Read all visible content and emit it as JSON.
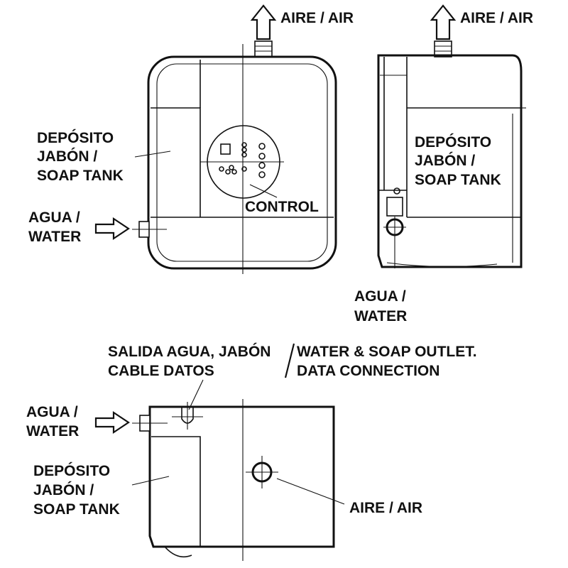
{
  "top_view": {
    "air_label": "AIRE / AIR",
    "tank_label": [
      "DEPÓSITO",
      "JABÓN /",
      "SOAP TANK"
    ],
    "water_label": [
      "AGUA /",
      "WATER"
    ],
    "control_label": "CONTROL"
  },
  "side_view": {
    "air_label": "AIRE / AIR",
    "tank_label": [
      "DEPÓSITO",
      "JABÓN /",
      "SOAP TANK"
    ],
    "water_label": [
      "AGUA /",
      "WATER"
    ]
  },
  "bottom_view": {
    "outlet_es": [
      "SALIDA AGUA, JABÓN",
      "CABLE DATOS"
    ],
    "outlet_en": [
      "WATER & SOAP OUTLET.",
      "DATA CONNECTION"
    ],
    "water_label": [
      "AGUA /",
      "WATER"
    ],
    "tank_label": [
      "DEPÓSITO",
      "JABÓN /",
      "SOAP TANK"
    ],
    "air_label": "AIRE / AIR"
  }
}
